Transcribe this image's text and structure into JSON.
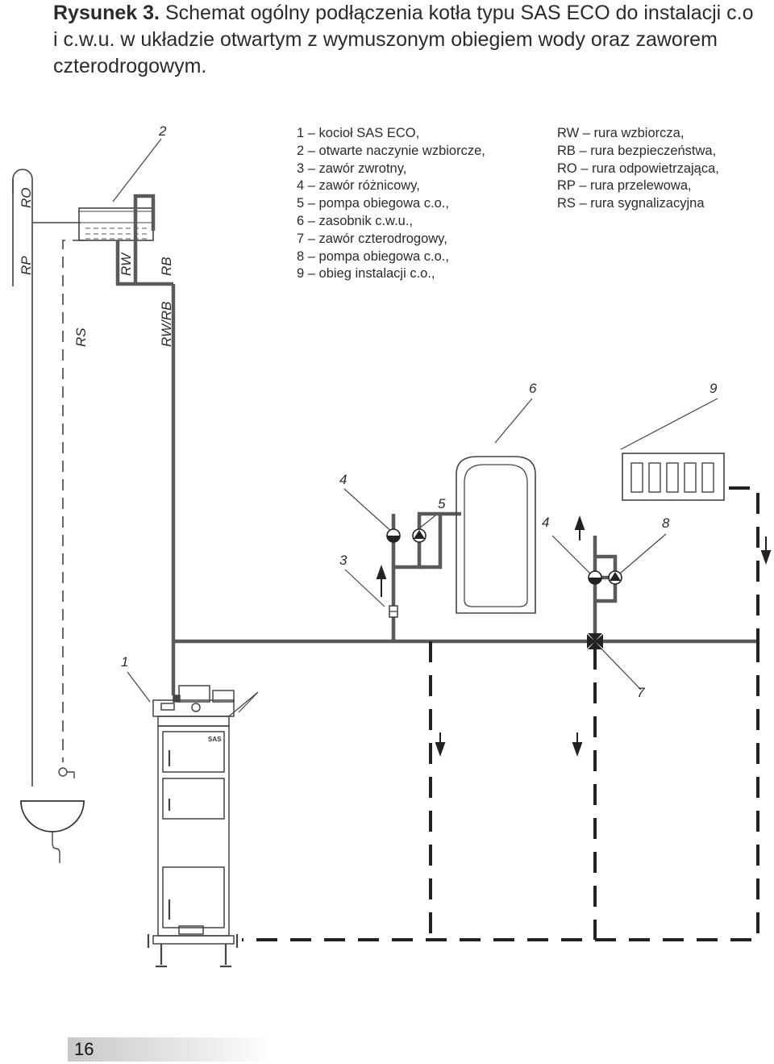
{
  "caption": {
    "lead": "Rysunek 3.",
    "text": "Schemat ogólny podłączenia kotła typu SAS ECO do instalacji c.o i c.w.u. w układzie otwartym z wymuszonym obiegiem wody oraz zaworem czterodrogowym."
  },
  "legend_components": [
    "1 – kocioł SAS ECO,",
    "2 – otwarte naczynie wzbiorcze,",
    "3 – zawór zwrotny,",
    "4 – zawór różnicowy,",
    "5 – pompa obiegowa c.o.,",
    "6 – zasobnik c.w.u.,",
    "7 – zawór czterodrogowy,",
    "8 – pompa obiegowa c.o.,",
    "9 – obieg instalacji c.o.,"
  ],
  "legend_pipes": [
    "RW – rura wzbiorcza,",
    "RB – rura bezpieczeństwa,",
    "RO – rura odpowietrzająca,",
    "RP – rura przelewowa,",
    "RS – rura sygnalizacyjna"
  ],
  "pipe_labels": {
    "ro": "RO",
    "rp": "RP",
    "rs": "RS",
    "rw": "RW",
    "rb": "RB",
    "rwrb": "RW/RB"
  },
  "callouts": {
    "n1": "1",
    "n2": "2",
    "n3": "3",
    "n4a": "4",
    "n4b": "4",
    "n5": "5",
    "n6": "6",
    "n7": "7",
    "n8": "8",
    "n9": "9"
  },
  "boiler_badge": "SAS",
  "page_number": "16"
}
